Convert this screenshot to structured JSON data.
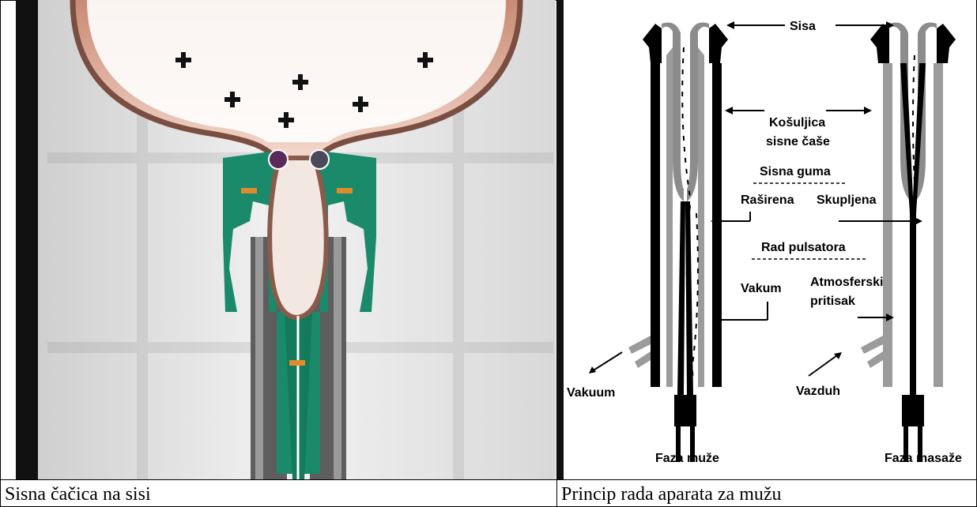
{
  "table": {
    "left_caption": "Sisna čačica na sisi",
    "right_caption": "Princip rada aparata za mužu"
  },
  "left_image": {
    "subject": "teat-cup-on-teat-illustration",
    "colors": {
      "udder": "#d9a48f",
      "teat_skin": "#8a5a4a",
      "liner": "#1a8a6a",
      "shell": "#6b6b6b",
      "background": "#e8e8e8"
    }
  },
  "right_image": {
    "labels": {
      "sisa": "Sisa",
      "kosuljica_line1": "Košuljica",
      "kosuljica_line2": "sisne čaše",
      "sisna_guma": "Sisna guma",
      "rasirena": "Raširena",
      "skupljena": "Skupljena",
      "rad_pulsatora": "Rad pulsatora",
      "vakum": "Vakum",
      "atmosferski_line1": "Atmosferski",
      "atmosferski_line2": "pritisak",
      "vakuum": "Vakuum",
      "vazduh": "Vazduh",
      "faza_muze": "Faza muže",
      "faza_masaze": "Faza masaže"
    }
  }
}
